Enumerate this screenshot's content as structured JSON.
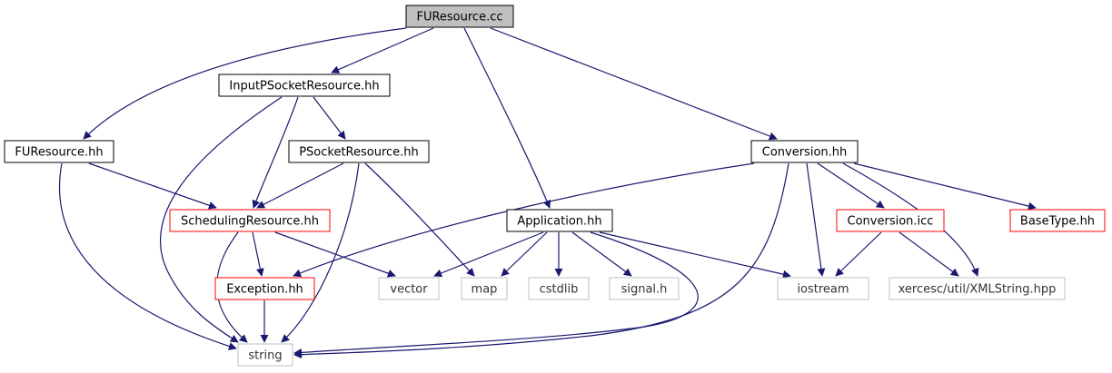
{
  "graph": {
    "colors": {
      "edge": "#191970",
      "root_fill": "#bfbfbf",
      "root_border": "#000000",
      "documented_border": "#000000",
      "incomplete_border": "#ff0000",
      "external_border": "#bfbfbf",
      "background": "#ffffff"
    },
    "nodes": [
      {
        "id": "fuResourceCc",
        "label": "FUResource.cc",
        "style": "root"
      },
      {
        "id": "inputPSocketResource",
        "label": "InputPSocketResource.hh",
        "style": "documented"
      },
      {
        "id": "fuResourceHh",
        "label": "FUResource.hh",
        "style": "documented"
      },
      {
        "id": "pSocketResource",
        "label": "PSocketResource.hh",
        "style": "documented"
      },
      {
        "id": "conversionHh",
        "label": "Conversion.hh",
        "style": "documented"
      },
      {
        "id": "schedulingResource",
        "label": "SchedulingResource.hh",
        "style": "incomplete"
      },
      {
        "id": "applicationHh",
        "label": "Application.hh",
        "style": "documented"
      },
      {
        "id": "conversionIcc",
        "label": "Conversion.icc",
        "style": "incomplete"
      },
      {
        "id": "baseType",
        "label": "BaseType.hh",
        "style": "incomplete"
      },
      {
        "id": "exceptionHh",
        "label": "Exception.hh",
        "style": "incomplete"
      },
      {
        "id": "vector",
        "label": "vector",
        "style": "external"
      },
      {
        "id": "map",
        "label": "map",
        "style": "external"
      },
      {
        "id": "cstdlib",
        "label": "cstdlib",
        "style": "external"
      },
      {
        "id": "signalH",
        "label": "signal.h",
        "style": "external"
      },
      {
        "id": "iostream",
        "label": "iostream",
        "style": "external"
      },
      {
        "id": "xmlString",
        "label": "xercesc/util/XMLString.hpp",
        "style": "external"
      },
      {
        "id": "string",
        "label": "string",
        "style": "external"
      }
    ],
    "edges": [
      {
        "from": "fuResourceCc",
        "to": "inputPSocketResource"
      },
      {
        "from": "fuResourceCc",
        "to": "fuResourceHh"
      },
      {
        "from": "fuResourceCc",
        "to": "applicationHh"
      },
      {
        "from": "fuResourceCc",
        "to": "conversionHh"
      },
      {
        "from": "inputPSocketResource",
        "to": "pSocketResource"
      },
      {
        "from": "inputPSocketResource",
        "to": "schedulingResource"
      },
      {
        "from": "inputPSocketResource",
        "to": "string"
      },
      {
        "from": "fuResourceHh",
        "to": "schedulingResource"
      },
      {
        "from": "fuResourceHh",
        "to": "string"
      },
      {
        "from": "pSocketResource",
        "to": "schedulingResource"
      },
      {
        "from": "pSocketResource",
        "to": "map"
      },
      {
        "from": "pSocketResource",
        "to": "string"
      },
      {
        "from": "schedulingResource",
        "to": "exceptionHh"
      },
      {
        "from": "schedulingResource",
        "to": "vector"
      },
      {
        "from": "schedulingResource",
        "to": "string"
      },
      {
        "from": "exceptionHh",
        "to": "string"
      },
      {
        "from": "applicationHh",
        "to": "vector"
      },
      {
        "from": "applicationHh",
        "to": "map"
      },
      {
        "from": "applicationHh",
        "to": "cstdlib"
      },
      {
        "from": "applicationHh",
        "to": "signalH"
      },
      {
        "from": "applicationHh",
        "to": "iostream"
      },
      {
        "from": "applicationHh",
        "to": "string"
      },
      {
        "from": "conversionHh",
        "to": "exceptionHh"
      },
      {
        "from": "conversionHh",
        "to": "string"
      },
      {
        "from": "conversionHh",
        "to": "iostream"
      },
      {
        "from": "conversionHh",
        "to": "conversionIcc"
      },
      {
        "from": "conversionHh",
        "to": "xmlString"
      },
      {
        "from": "conversionHh",
        "to": "baseType"
      },
      {
        "from": "conversionIcc",
        "to": "iostream"
      },
      {
        "from": "conversionIcc",
        "to": "xmlString"
      }
    ]
  }
}
